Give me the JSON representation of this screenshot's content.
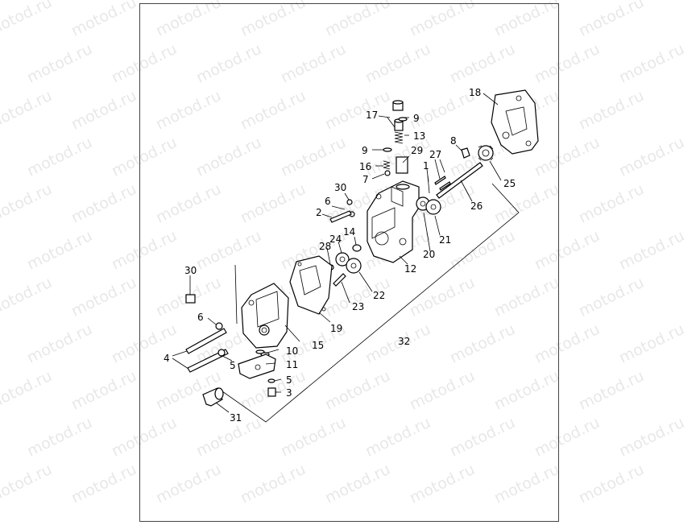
{
  "watermark": {
    "text": "motod.ru"
  },
  "callouts": [
    {
      "id": "17",
      "label": "17"
    },
    {
      "id": "9a",
      "label": "9"
    },
    {
      "id": "13",
      "label": "13"
    },
    {
      "id": "9b",
      "label": "9"
    },
    {
      "id": "29",
      "label": "29"
    },
    {
      "id": "16",
      "label": "16"
    },
    {
      "id": "7",
      "label": "7"
    },
    {
      "id": "18",
      "label": "18"
    },
    {
      "id": "8",
      "label": "8"
    },
    {
      "id": "27",
      "label": "27"
    },
    {
      "id": "1",
      "label": "1"
    },
    {
      "id": "25",
      "label": "25"
    },
    {
      "id": "26",
      "label": "26"
    },
    {
      "id": "30a",
      "label": "30"
    },
    {
      "id": "6a",
      "label": "6"
    },
    {
      "id": "2",
      "label": "2"
    },
    {
      "id": "21",
      "label": "21"
    },
    {
      "id": "14",
      "label": "14"
    },
    {
      "id": "24",
      "label": "24"
    },
    {
      "id": "28",
      "label": "28"
    },
    {
      "id": "20",
      "label": "20"
    },
    {
      "id": "12",
      "label": "12"
    },
    {
      "id": "30b",
      "label": "30"
    },
    {
      "id": "22",
      "label": "22"
    },
    {
      "id": "23",
      "label": "23"
    },
    {
      "id": "6b",
      "label": "6"
    },
    {
      "id": "19",
      "label": "19"
    },
    {
      "id": "32",
      "label": "32"
    },
    {
      "id": "15",
      "label": "15"
    },
    {
      "id": "4",
      "label": "4"
    },
    {
      "id": "10",
      "label": "10"
    },
    {
      "id": "5a",
      "label": "5"
    },
    {
      "id": "11",
      "label": "11"
    },
    {
      "id": "5b",
      "label": "5"
    },
    {
      "id": "3",
      "label": "3"
    },
    {
      "id": "31",
      "label": "31"
    }
  ]
}
